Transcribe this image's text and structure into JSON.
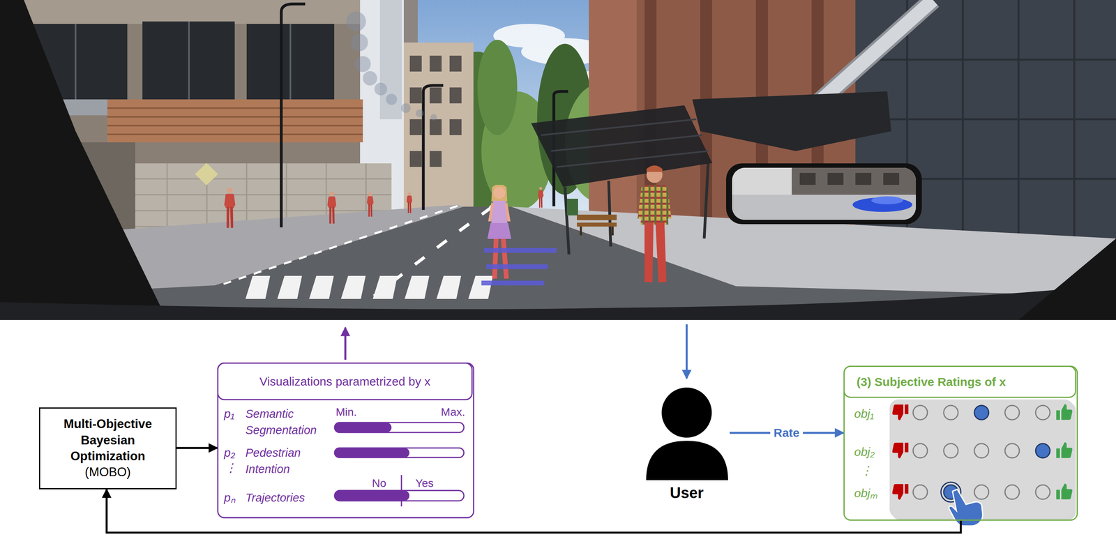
{
  "diagram": {
    "nodes": [
      {
        "text": [
          "Multi-Objective Bayesian Optimization",
          "(MOBO)"
        ]
      },
      {
        "text": [
          "Visualizations parametrized by x",
          "p₁",
          "Semantic Segmentation",
          "Min.",
          "Max.",
          "p₂",
          "Pedestrian Intention",
          "⋮",
          "pₙ",
          "Trajectories",
          "No",
          "Yes"
        ]
      },
      {
        "text": [
          "User"
        ]
      },
      {
        "text": [
          "(3) Subjective Ratings of x",
          "obj₁",
          "obj₂",
          "⋮",
          "objₘ"
        ]
      }
    ],
    "edges": [
      {
        "from": 0,
        "to": 1,
        "arrow": "to"
      },
      {
        "from": 2,
        "to": 3,
        "label": "Rate",
        "arrow": "to"
      },
      {
        "from": 3,
        "to": 0,
        "arrow": "to"
      }
    ]
  }
}
